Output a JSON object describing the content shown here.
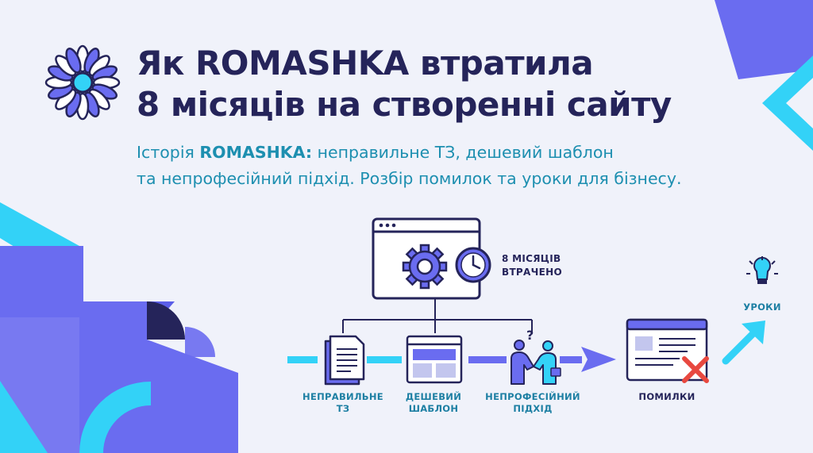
{
  "title": {
    "line1": "Як ROMASHKA втратила",
    "line2": "8 місяців на створенні сайту"
  },
  "subtitle": {
    "line1_pre": "Історія ",
    "line1_brand": "ROMASHKA:",
    "line1_post": " неправильне ТЗ, дешевий шаблон",
    "line2": "та непрофесійний підхід. Розбір помилок та уроки для бізнесу."
  },
  "diagram": {
    "lost_time": {
      "line1": "8 МІСЯЦІВ",
      "line2": "ВТРАЧЕНО"
    },
    "steps": [
      {
        "line1": "НЕПРАВИЛЬНЕ",
        "line2": "ТЗ",
        "icon": "document-icon"
      },
      {
        "line1": "ДЕШЕВИЙ",
        "line2": "ШАБЛОН",
        "icon": "template-window-icon"
      },
      {
        "line1": "НЕПРОФЕСІЙНИЙ",
        "line2": "ПІДХІД",
        "icon": "handshake-icon"
      }
    ],
    "errors_label": "ПОМИЛКИ",
    "lessons_label": "УРОКИ"
  },
  "colors": {
    "navy": "#25245a",
    "periwinkle": "#6a6cf0",
    "cyan": "#33d2f7",
    "teal_text": "#1d8fb0",
    "error_red": "#e8483f",
    "background": "#f0f2fa"
  }
}
